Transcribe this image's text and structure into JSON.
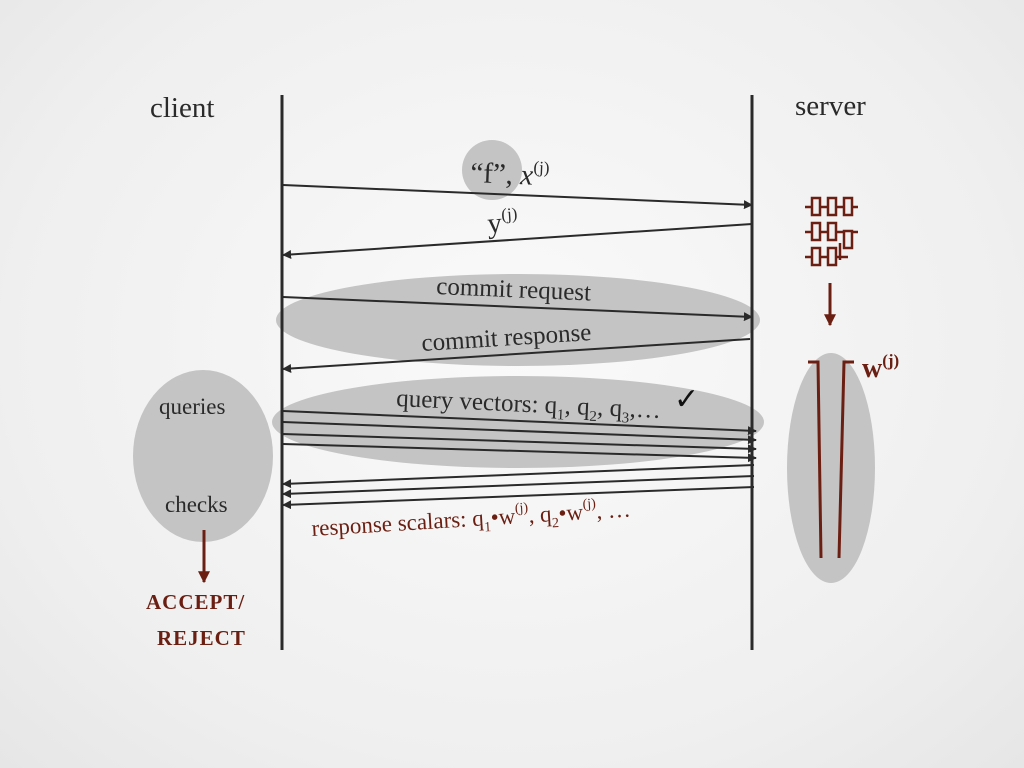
{
  "client_label": "client",
  "server_label": "server",
  "messages": {
    "f_open": "“f”",
    "f_comma": ", ",
    "x": "x",
    "x_sup": "(j)",
    "y": "y",
    "y_sup": "(j)",
    "commit_request": "commit request",
    "commit_response": "commit response",
    "query_vectors_prefix": "query vectors: q",
    "q1_sub": "1",
    "q2": ", q",
    "q2_sub": "2",
    "q3": ", q",
    "q3_sub": "3",
    "query_suffix": ",…",
    "checkmark": "✓",
    "response_prefix": "response scalars: q",
    "r1_sub": "1",
    "r1_dot_w": "•w",
    "r1_sup": "(j)",
    "r2": ", q",
    "r2_sub": "2",
    "r2_dot_w": "•w",
    "r2_sup": "(j)",
    "response_suffix": ", …"
  },
  "client_side": {
    "queries_label": "queries",
    "checks_label": "checks",
    "accept_label": "ACCEPT/",
    "reject_label": "REJECT"
  },
  "server_side": {
    "w_label": "w",
    "w_sup": "(j)",
    "circuit_icon": "circuit-icon"
  },
  "colors": {
    "line": "#2a2a2a",
    "accent": "#6b1f12",
    "ellipse": "#c4c4c4"
  }
}
